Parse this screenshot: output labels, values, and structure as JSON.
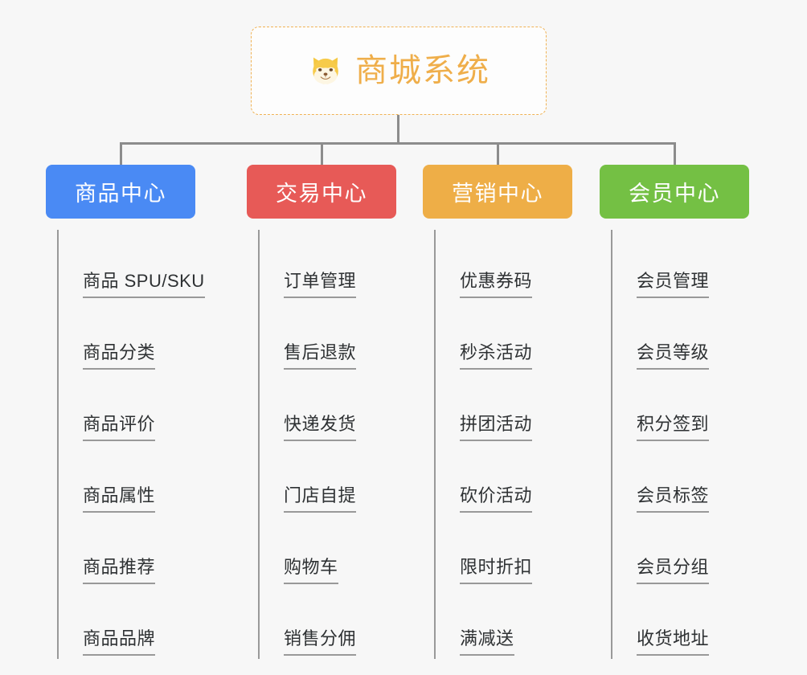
{
  "root": {
    "title": "商城系统",
    "icon": "shiba-dog-face-icon",
    "border_color": "#f0b254",
    "text_color": "#efae4a",
    "background": "#fdfdfd"
  },
  "canvas": {
    "background": "#f7f7f7",
    "connector_color": "#8c8c8c",
    "leaf_line_color": "#999999",
    "leaf_text_color": "#2e3133"
  },
  "columns": [
    {
      "id": "product-center",
      "label": "商品中心",
      "color": "#4a8af4",
      "items": [
        "商品 SPU/SKU",
        "商品分类",
        "商品评价",
        "商品属性",
        "商品推荐",
        "商品品牌"
      ]
    },
    {
      "id": "trade-center",
      "label": "交易中心",
      "color": "#e75a57",
      "items": [
        "订单管理",
        "售后退款",
        "快递发货",
        "门店自提",
        "购物车",
        "销售分佣"
      ]
    },
    {
      "id": "marketing-center",
      "label": "营销中心",
      "color": "#eeae47",
      "items": [
        "优惠券码",
        "秒杀活动",
        "拼团活动",
        "砍价活动",
        "限时折扣",
        "满减送"
      ]
    },
    {
      "id": "member-center",
      "label": "会员中心",
      "color": "#74c044",
      "items": [
        "会员管理",
        "会员等级",
        "积分签到",
        "会员标签",
        "会员分组",
        "收货地址"
      ]
    }
  ]
}
